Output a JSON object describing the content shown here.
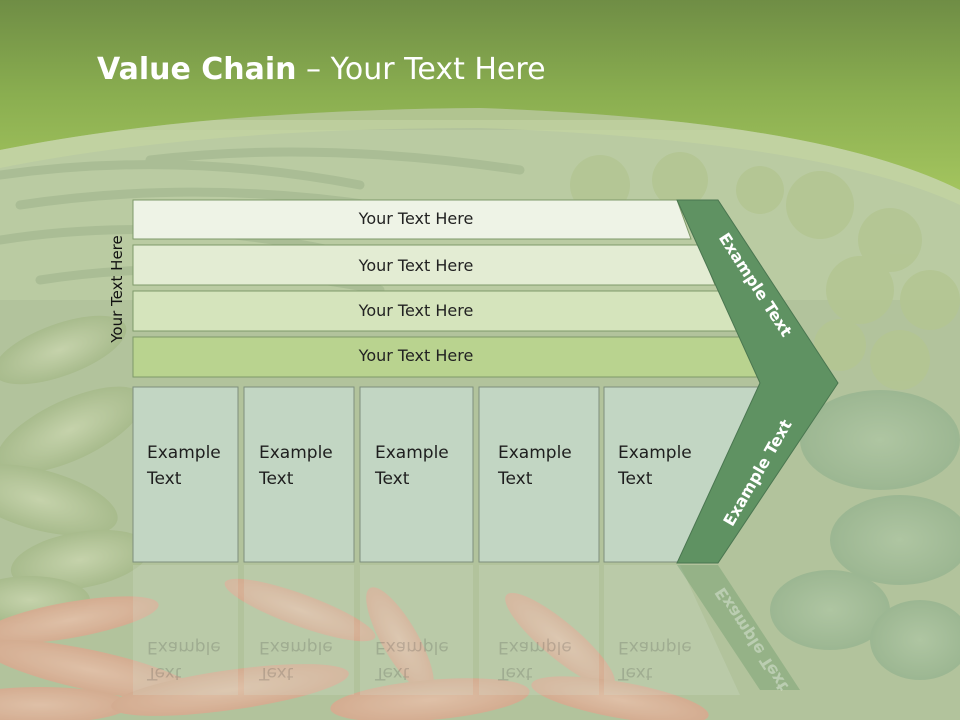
{
  "slide": {
    "title_bold": "Value Chain",
    "title_rest": " – Your Text Here",
    "vertical_label": "Your Text Here"
  },
  "bars": [
    {
      "label": "Your Text Here"
    },
    {
      "label": "Your Text Here"
    },
    {
      "label": "Your Text Here"
    },
    {
      "label": "Your Text Here"
    }
  ],
  "boxes": [
    {
      "line1": "Example",
      "line2": "Text"
    },
    {
      "line1": "Example",
      "line2": "Text"
    },
    {
      "line1": "Example",
      "line2": "Text"
    },
    {
      "line1": "Example",
      "line2": "Text"
    },
    {
      "line1": "Example",
      "line2": "Text"
    }
  ],
  "arrow": {
    "upper_label": "Example Text",
    "lower_label": "Example Text"
  },
  "colors": {
    "header_green": "#8fb254",
    "arrow_green": "#5f9262",
    "bar1": "#eef3e6",
    "bar2": "#e3ecd3",
    "bar3": "#d5e4bc",
    "bar4": "#b9d38f",
    "box": "#c2d6c3"
  }
}
